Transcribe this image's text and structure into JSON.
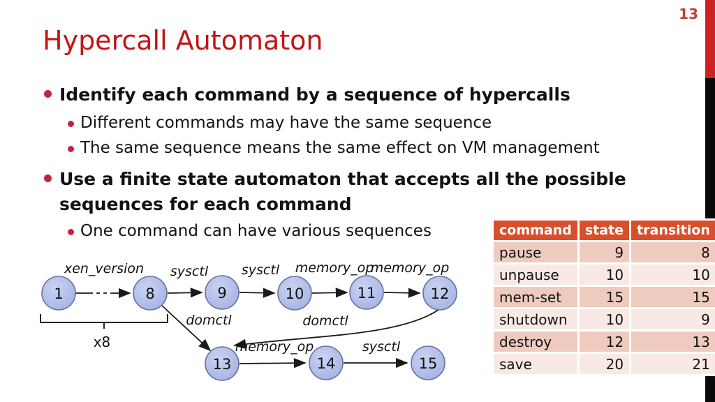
{
  "page_number": "13",
  "title": "Hypercall Automaton",
  "bullets": {
    "b1": "Identify each command by a sequence of hypercalls",
    "b1_sub1": "Different commands may have the same sequence",
    "b1_sub2": "The same sequence means the same effect on VM management",
    "b2": "Use a finite state automaton that accepts all the possible sequences for each command",
    "b2_sub1": "One command can have various sequences"
  },
  "diagram": {
    "nodes": [
      "1",
      "8",
      "9",
      "10",
      "11",
      "12",
      "13",
      "14",
      "15"
    ],
    "edge_labels": {
      "e1_8": "xen_version",
      "e8_9": "sysctl",
      "e9_10": "sysctl",
      "e10_11": "memory_op",
      "e11_12": "memory_op",
      "e8_13": "domctl",
      "e12_13": "domctl",
      "e13_14": "memory_op",
      "e14_15": "sysctl",
      "repeat": "x8"
    }
  },
  "table": {
    "headers": [
      "command",
      "state",
      "transition"
    ],
    "rows": [
      {
        "command": "pause",
        "state": "9",
        "transition": "8"
      },
      {
        "command": "unpause",
        "state": "10",
        "transition": "10"
      },
      {
        "command": "mem-set",
        "state": "15",
        "transition": "15"
      },
      {
        "command": "shutdown",
        "state": "10",
        "transition": "9"
      },
      {
        "command": "destroy",
        "state": "12",
        "transition": "13"
      },
      {
        "command": "save",
        "state": "20",
        "transition": "21"
      }
    ]
  },
  "colors": {
    "title_red": "#C41414",
    "bullet_red": "#C5223C",
    "sidebar_red": "#CE2222",
    "sidebar_black": "#0A0A0A",
    "table_header_bg": "#D8502B",
    "table_row_dark": "#EFCBBF",
    "table_row_light": "#F9E9E4",
    "node_fill": "#AFBDE9",
    "node_border": "#66719E"
  }
}
